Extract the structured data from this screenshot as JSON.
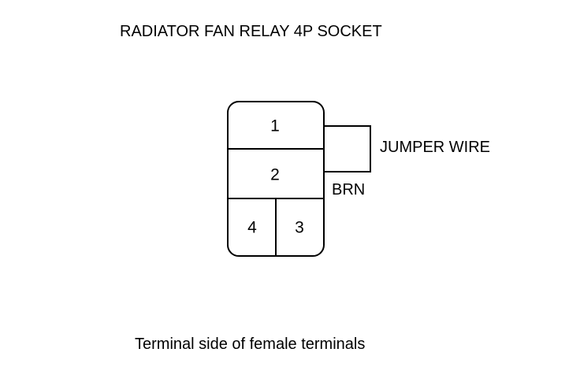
{
  "title": "RADIATOR FAN RELAY 4P SOCKET",
  "connector": {
    "terminals": [
      "1",
      "2",
      "3",
      "4"
    ]
  },
  "jumper": {
    "label": "JUMPER WIRE",
    "wire_color": "BRN"
  },
  "caption": "Terminal side of female terminals",
  "colors": {
    "line": "#000000",
    "background": "#ffffff"
  }
}
